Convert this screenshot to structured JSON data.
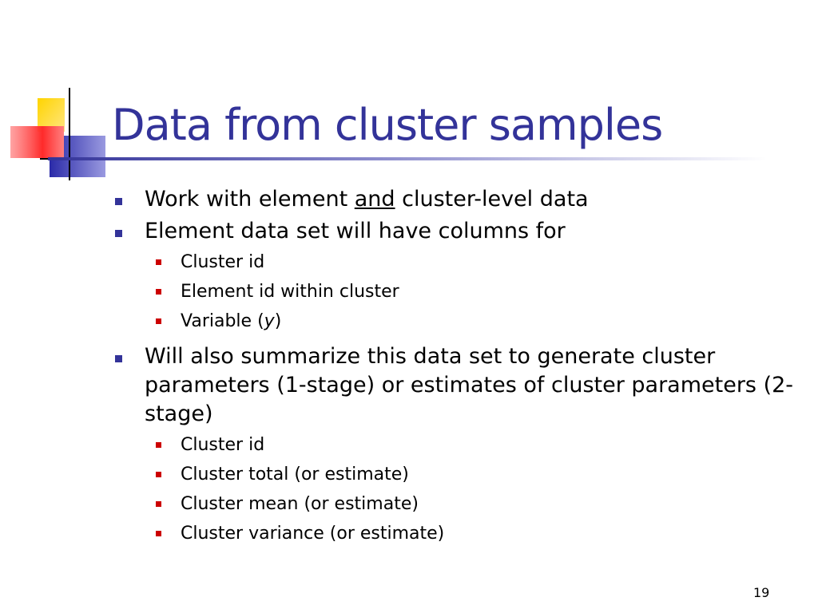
{
  "slide": {
    "title": "Data from cluster samples",
    "page_number": "19",
    "colors": {
      "title": "#333399",
      "bullet_l1": "#333399",
      "bullet_l2": "#cc0000"
    },
    "bullets": [
      {
        "pre": "Work with element ",
        "emph": "and",
        "post": " cluster-level data"
      },
      {
        "text": "Element data set will have columns for",
        "sub": [
          {
            "text": "Cluster id"
          },
          {
            "text": "Element id within cluster"
          },
          {
            "pre": "Variable (",
            "ital": "y",
            "post": ")"
          }
        ]
      },
      {
        "text": "Will also summarize this data set to generate cluster parameters (1-stage) or estimates of cluster parameters (2-stage)",
        "sub": [
          {
            "text": "Cluster id"
          },
          {
            "text": "Cluster total (or estimate)"
          },
          {
            "text": "Cluster mean (or estimate)"
          },
          {
            "text": "Cluster variance (or estimate)"
          }
        ]
      }
    ]
  }
}
